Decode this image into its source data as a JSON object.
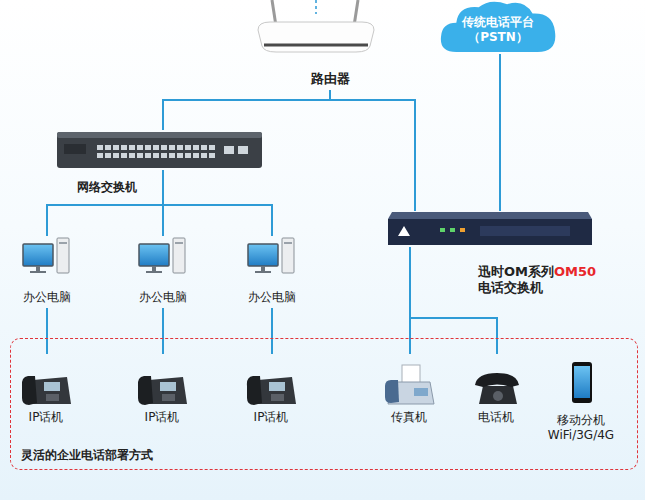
{
  "diagram": {
    "nodes": [
      {
        "text": [
          "路由器"
        ]
      },
      {
        "text": [
          "传统电话平台 （PSTN）"
        ]
      },
      {
        "text": [
          "网络交换机"
        ]
      },
      {
        "text": [
          "迅时OM系列",
          "OM50",
          "电话交换机"
        ]
      },
      {
        "text": [
          "办公电脑"
        ]
      },
      {
        "text": [
          "办公电脑"
        ]
      },
      {
        "text": [
          "办公电脑"
        ]
      },
      {
        "text": [
          "灵活的企业电话部署方式"
        ]
      },
      {
        "text": [
          "IP话机"
        ],
        "in": 7
      },
      {
        "text": [
          "IP话机"
        ],
        "in": 7
      },
      {
        "text": [
          "IP话机"
        ],
        "in": 7
      },
      {
        "text": [
          "传真机"
        ],
        "in": 7
      },
      {
        "text": [
          "电话机"
        ],
        "in": 7
      },
      {
        "text": [
          "移动分机",
          "WiFi/3G/4G"
        ],
        "in": 7
      }
    ],
    "edges": [
      {
        "from": 0,
        "to": 2,
        "arrow": "none"
      },
      {
        "from": 0,
        "to": 3,
        "arrow": "none"
      },
      {
        "from": 1,
        "to": 3,
        "arrow": "none"
      },
      {
        "from": 2,
        "to": 4,
        "arrow": "none"
      },
      {
        "from": 2,
        "to": 5,
        "arrow": "none"
      },
      {
        "from": 2,
        "to": 6,
        "arrow": "none"
      },
      {
        "from": 4,
        "to": 8,
        "arrow": "none"
      },
      {
        "from": 5,
        "to": 9,
        "arrow": "none"
      },
      {
        "from": 6,
        "to": 10,
        "arrow": "none"
      },
      {
        "from": 3,
        "to": 11,
        "arrow": "none"
      },
      {
        "from": 3,
        "to": 12,
        "arrow": "none"
      }
    ]
  }
}
